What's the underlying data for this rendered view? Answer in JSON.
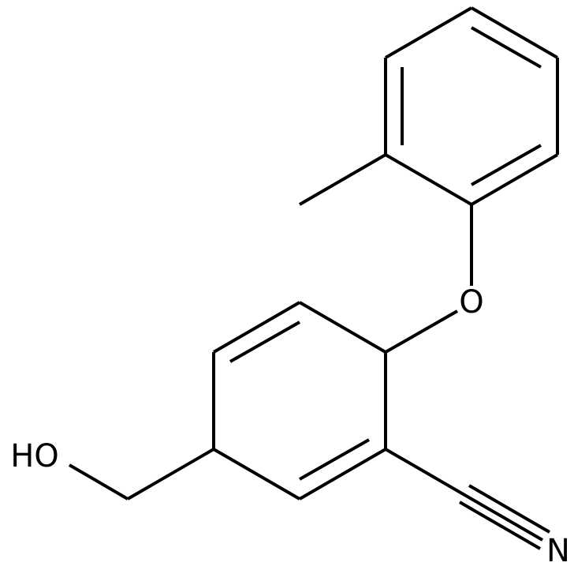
{
  "atom_labels": {
    "oxygen_ether": "O",
    "hydroxyl": "HO",
    "nitrile_nitrogen": "N"
  },
  "colors": {
    "bond": "#000000",
    "label": "#000000",
    "background": "#ffffff"
  }
}
